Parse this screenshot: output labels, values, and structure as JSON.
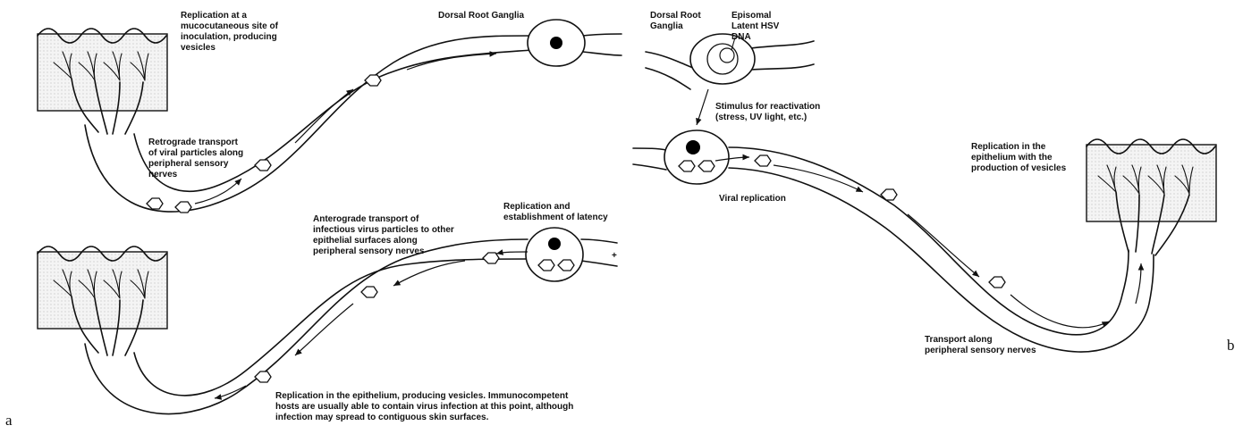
{
  "panel_a": {
    "letter": "a",
    "top": {
      "inoculation_label": [
        "Replication at a",
        "mucocutaneous site of",
        "inoculation, producing",
        "vesicles"
      ],
      "ganglion_label": "Dorsal Root Ganglia",
      "retrograde_label": [
        "Retrograde transport",
        "of viral particles along",
        "peripheral sensory",
        "nerves"
      ]
    },
    "bottom": {
      "latency_label": [
        "Replication and",
        "establishment of latency"
      ],
      "anterograde_label": [
        "Anterograde transport of",
        "infectious virus particles to other",
        "epithelial surfaces along",
        "peripheral sensory nerves"
      ],
      "epithelium_label": [
        "Replication in the epithelium, producing vesicles. Immunocompetent",
        "hosts are usually able to contain virus infection at this point, although",
        "infection may spread to contiguous skin surfaces."
      ],
      "plus_sign": "+"
    }
  },
  "panel_b": {
    "letter": "b",
    "ganglia_label": [
      "Dorsal Root",
      "Ganglia"
    ],
    "episomal_label": [
      "Episomal",
      "Latent HSV",
      "DNA"
    ],
    "stimulus_label": [
      "Stimulus for reactivation",
      "(stress, UV light, etc.)"
    ],
    "viral_replication_label": "Viral replication",
    "epithelium_label": [
      "Replication in the",
      "epithelium with the",
      "production of vesicles"
    ],
    "transport_label": [
      "Transport along",
      "peripheral sensory nerves"
    ]
  },
  "icons": {
    "virion": "hexagon-virion-icon",
    "nucleus": "filled-nucleus-icon"
  }
}
